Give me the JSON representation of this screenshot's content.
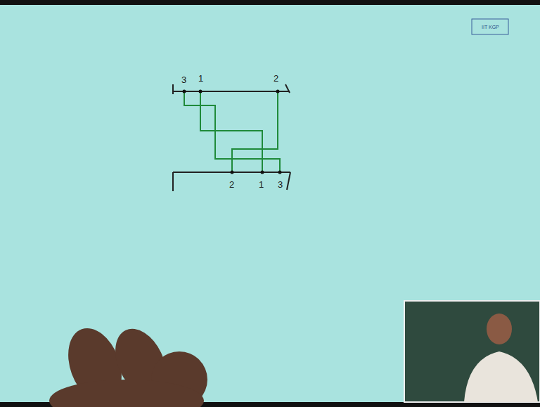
{
  "diagram": {
    "labels": [
      "IIT KGP",
      "3",
      "1",
      "2",
      "2",
      "1",
      "3"
    ]
  }
}
